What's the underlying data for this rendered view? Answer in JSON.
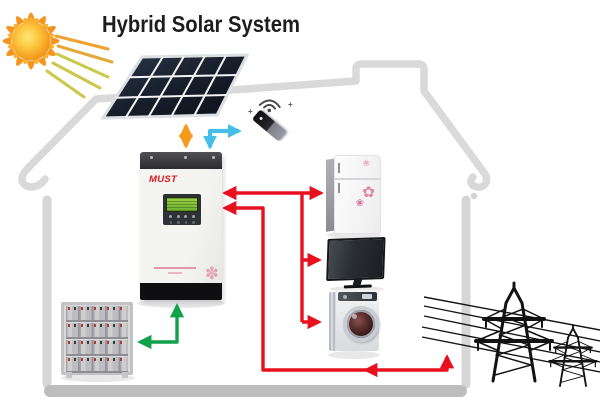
{
  "title": "Hybrid Solar System",
  "inverter": {
    "brand": "MUST"
  },
  "icons": {
    "flower": "✽",
    "blossom": "✿",
    "blossom_small": "❀",
    "sparkle": "+"
  },
  "colors": {
    "pv_flow": "#F49B1D",
    "comm_flow": "#45BEE8",
    "ac_flow": "#E8101E",
    "battery_flow": "#0FA24B",
    "house_outline": "#D9D9D9",
    "floor": "#BDBDBD",
    "panel_cell": "#141B26",
    "sun_core": "#FFD94E",
    "sun_rays": "#F6941D",
    "grid_silhouette": "#121212",
    "brand_red": "#D71920"
  },
  "connections": [
    {
      "from": "solar-panel",
      "to": "inverter",
      "color": "#F49B1D",
      "bidirectional": true
    },
    {
      "from": "inverter",
      "to": "wifi-remote",
      "color": "#45BEE8",
      "bidirectional": true
    },
    {
      "from": "inverter",
      "to": "refrigerator-tv-washer",
      "color": "#E8101E",
      "bidirectional": true
    },
    {
      "from": "inverter",
      "to": "power-grid",
      "color": "#E8101E",
      "bidirectional": true
    },
    {
      "from": "inverter",
      "to": "battery-bank",
      "color": "#0FA24B",
      "bidirectional": true
    }
  ]
}
